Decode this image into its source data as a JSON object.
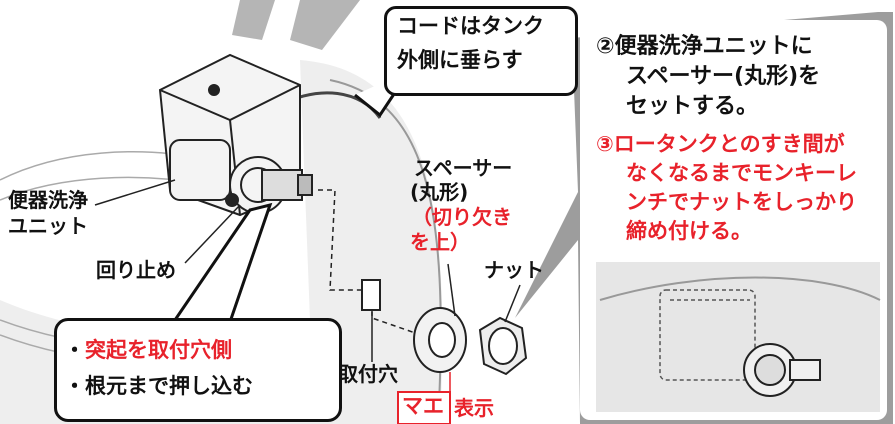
{
  "colors": {
    "red": "#e8222b",
    "gray_panel": "#9d9d9d",
    "line": "#111111",
    "tank": "#e9e9e9"
  },
  "cord_callout": {
    "line1": "コードはタンク",
    "line2": "外側に垂らす"
  },
  "labels": {
    "unit_line1": "便器洗浄",
    "unit_line2": "ユニット",
    "stopper": "回り止め",
    "spacer_line1": "スペーサー",
    "spacer_line2": "(丸形)",
    "spacer_note_line1": "（切り欠き",
    "spacer_note_line2": "を上）",
    "nut": "ナット",
    "hole": "取付穴",
    "mae_box": "マエ",
    "mae_suffix": "表示"
  },
  "bullet_box": {
    "item1": "・突起を取付穴側",
    "item2": "・根元まで押し込む"
  },
  "steps": {
    "step2_line1": "②便器洗浄ユニットに",
    "step2_line2": "スペーサー(丸形)を",
    "step2_line3": "セットする。",
    "step3_line1": "③ロータンクとのすき間が",
    "step3_line2": "なくなるまでモンキーレ",
    "step3_line3": "ンチでナットをしっかり",
    "step3_line4": "締め付ける。"
  }
}
